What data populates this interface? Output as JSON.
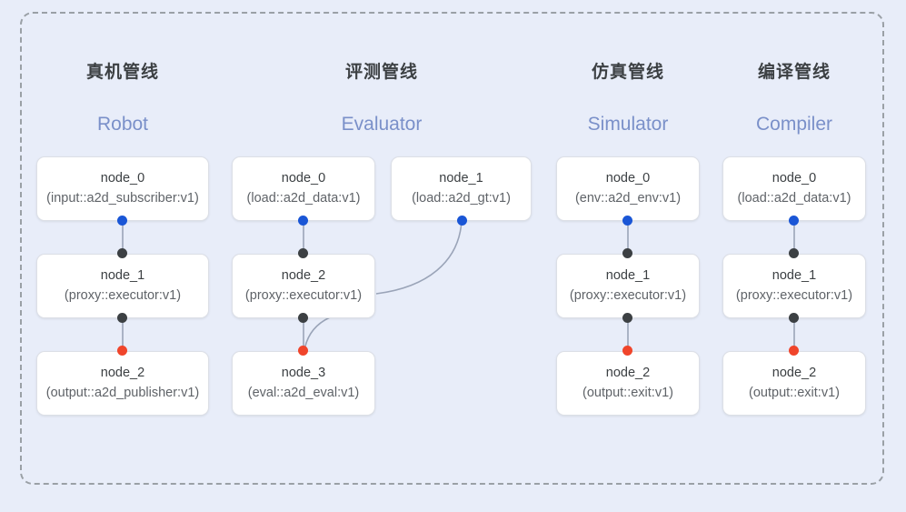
{
  "canvas": {
    "background": "#e8edf9",
    "frame_border_color": "#9aa0a6"
  },
  "palette": {
    "port_blue": "#1a56d6",
    "port_black": "#3c4043",
    "port_red": "#f0452b",
    "edge_line": "#9aa4b8",
    "node_bg": "#ffffff",
    "node_border": "#dcdfe6",
    "title_color": "#3c4043",
    "subtitle_color": "#7a90c9"
  },
  "columns": [
    {
      "id": "robot",
      "title": "真机管线",
      "subtitle": "Robot",
      "nodes": [
        {
          "name": "node_0",
          "spec": "(input::a2d_subscriber:v1)"
        },
        {
          "name": "node_1",
          "spec": "(proxy::executor:v1)"
        },
        {
          "name": "node_2",
          "spec": "(output::a2d_publisher:v1)"
        }
      ]
    },
    {
      "id": "evaluator",
      "title": "评测管线",
      "subtitle": "Evaluator",
      "nodes": [
        {
          "name": "node_0",
          "spec": "(load::a2d_data:v1)"
        },
        {
          "name": "node_1",
          "spec": "(load::a2d_gt:v1)"
        },
        {
          "name": "node_2",
          "spec": "(proxy::executor:v1)"
        },
        {
          "name": "node_3",
          "spec": "(eval::a2d_eval:v1)"
        }
      ]
    },
    {
      "id": "simulator",
      "title": "仿真管线",
      "subtitle": "Simulator",
      "nodes": [
        {
          "name": "node_0",
          "spec": "(env::a2d_env:v1)"
        },
        {
          "name": "node_1",
          "spec": "(proxy::executor:v1)"
        },
        {
          "name": "node_2",
          "spec": "(output::exit:v1)"
        }
      ]
    },
    {
      "id": "compiler",
      "title": "编译管线",
      "subtitle": "Compiler",
      "nodes": [
        {
          "name": "node_0",
          "spec": "(load::a2d_data:v1)"
        },
        {
          "name": "node_1",
          "spec": "(proxy::executor:v1)"
        },
        {
          "name": "node_2",
          "spec": "(output::exit:v1)"
        }
      ]
    }
  ]
}
